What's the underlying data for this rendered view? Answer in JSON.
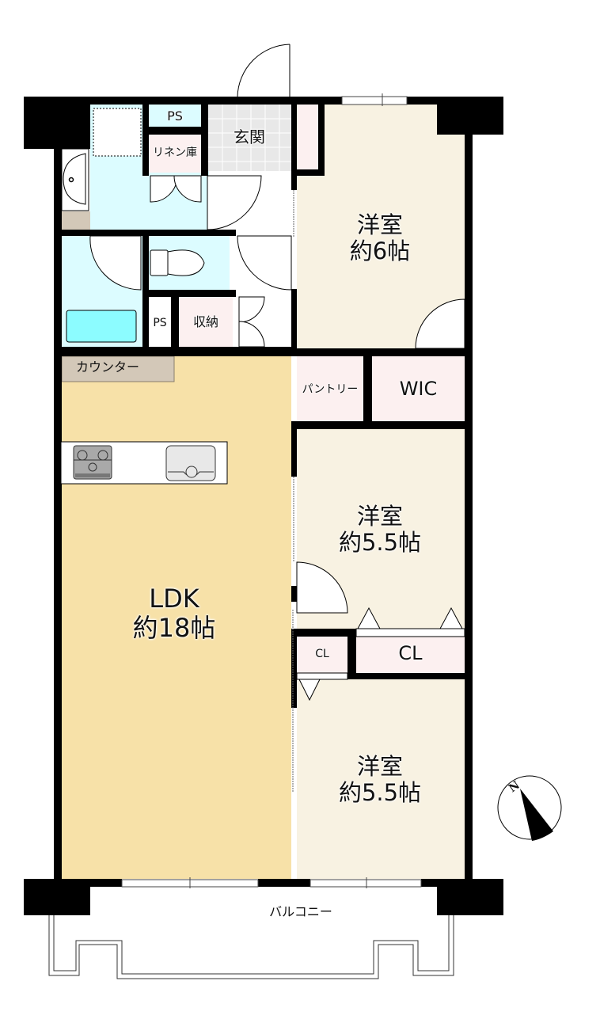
{
  "floor_plan": {
    "colors": {
      "wall": "#000000",
      "ldk_floor": "#f7e1a8",
      "western_room_floor": "#f8f2e2",
      "wet_area_floor": "#dcfcff",
      "bathtub": "#8cfcff",
      "closet": "#fcf0f0",
      "counter": "#d3c8b8",
      "entrance_tile": "#e8e8e8"
    },
    "rooms": {
      "ldk": {
        "name": "LDK",
        "size": "約18帖"
      },
      "western_room_north": {
        "name": "洋室",
        "size": "約6帖"
      },
      "western_room_middle": {
        "name": "洋室",
        "size": "約5.5帖"
      },
      "western_room_south": {
        "name": "洋室",
        "size": "約5.5帖"
      }
    },
    "labels": {
      "entrance": "玄関",
      "ps_top": "PS",
      "linen_storage": "リネン庫",
      "ps_mid": "PS",
      "storage": "収納",
      "counter": "カウンター",
      "pantry": "パントリー",
      "wic": "WIC",
      "closet_small": "CL",
      "closet_large": "CL",
      "balcony": "バルコニー"
    },
    "compass": {
      "label": "N"
    }
  }
}
